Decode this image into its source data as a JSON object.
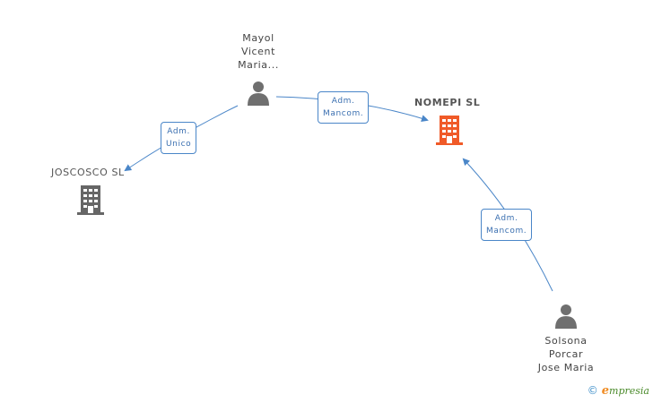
{
  "persons": {
    "mayol": {
      "lines": [
        "Mayol",
        "Vicent",
        "Maria..."
      ]
    },
    "solsona": {
      "lines": [
        "Solsona",
        "Porcar",
        "Jose Maria"
      ]
    }
  },
  "companies": {
    "joscosco": {
      "name": "JOSCOSCO SL",
      "color": "#666666"
    },
    "nomepi": {
      "name": "NOMEPI SL",
      "color": "#f05a28"
    }
  },
  "edges": {
    "mayol_joscosco": {
      "lines": [
        "Adm.",
        "Unico"
      ]
    },
    "mayol_nomepi": {
      "lines": [
        "Adm.",
        "Mancom."
      ]
    },
    "solsona_nomepi": {
      "lines": [
        "Adm.",
        "Mancom."
      ]
    }
  },
  "footer": {
    "copyright": "©",
    "brand_e": "e",
    "brand_rest": "mpresia"
  },
  "colors": {
    "edge": "#4a86c8",
    "person_icon": "#6f6f6f"
  }
}
